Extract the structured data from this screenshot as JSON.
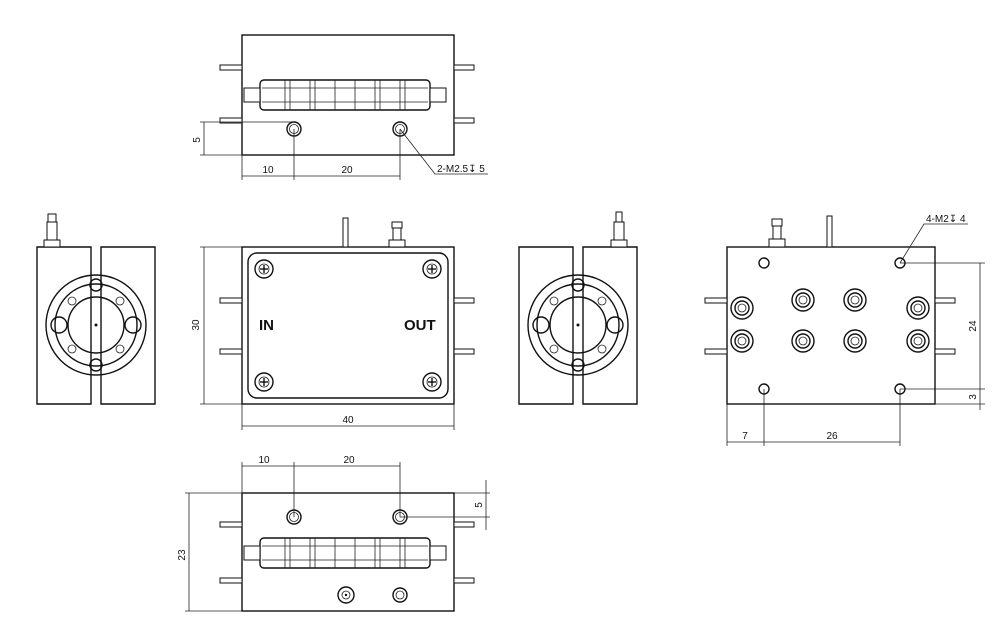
{
  "drawing": {
    "top_view": {
      "dim_left": "10",
      "dim_mid": "20",
      "dim_height": "5",
      "hole_callout": "2-M2.5↧ 5"
    },
    "front_view": {
      "dim_width": "40",
      "dim_height": "30",
      "port_in": "IN",
      "port_out": "OUT"
    },
    "rear_view": {
      "hole_callout": "4-M2↧ 4",
      "dim_height": "24",
      "dim_offset": "3",
      "dim_left": "7",
      "dim_mid": "26"
    },
    "bottom_view": {
      "dim_left": "10",
      "dim_mid": "20",
      "dim_hole": "5",
      "dim_height": "23"
    }
  }
}
